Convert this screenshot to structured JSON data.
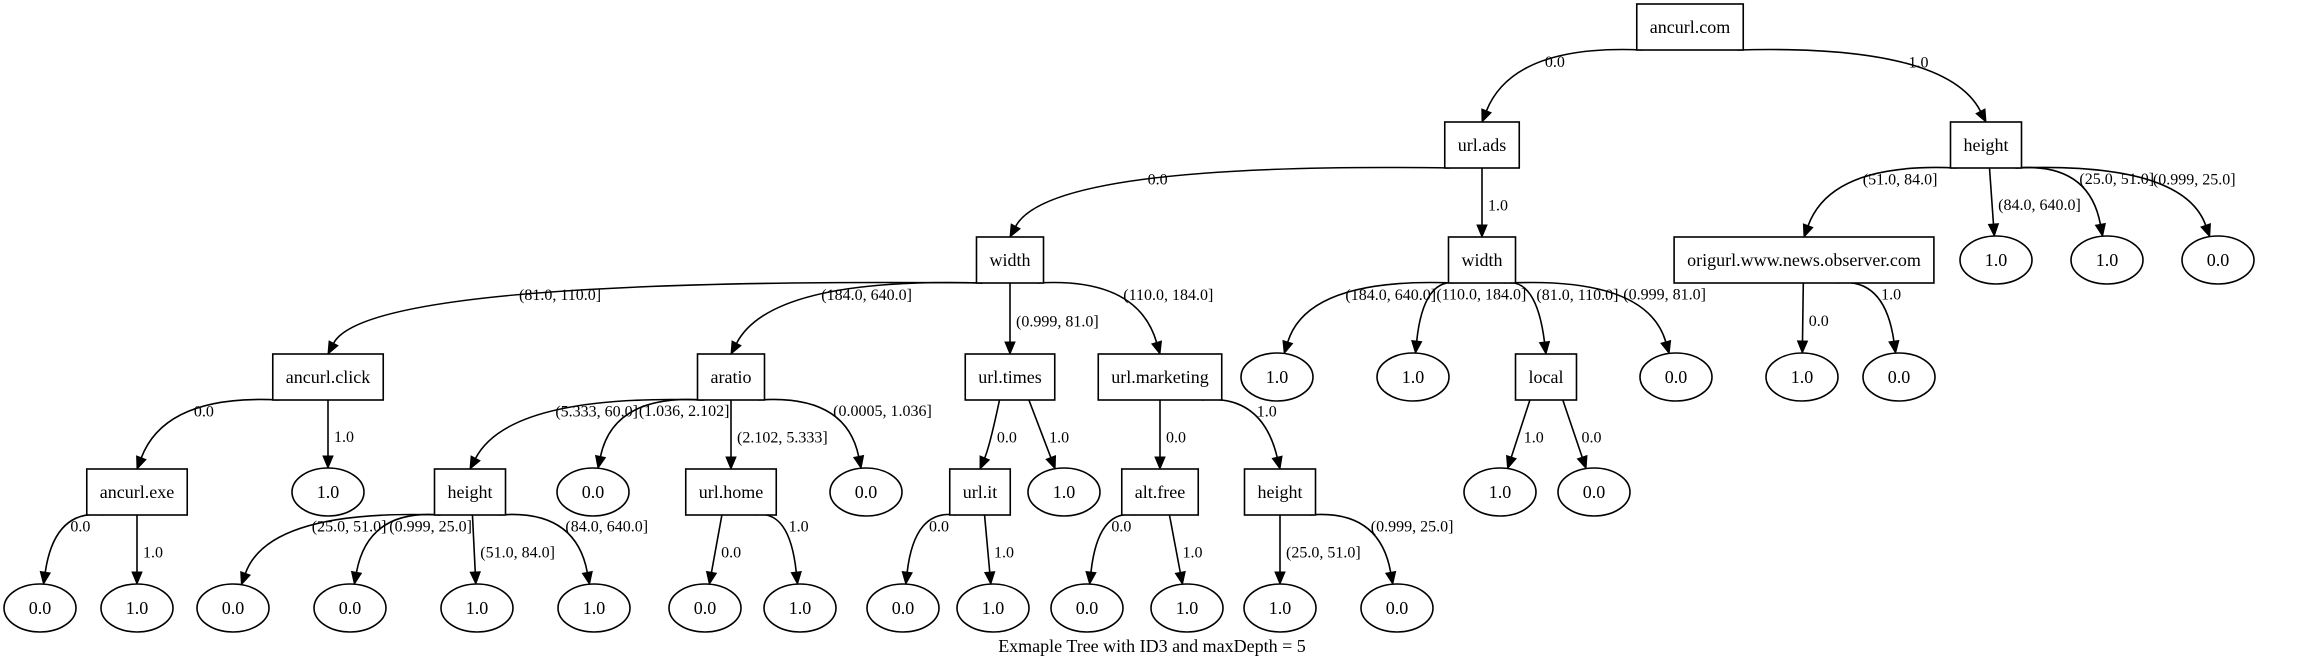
{
  "diagram": {
    "caption": "Exmaple Tree with ID3 and maxDepth = 5",
    "nodes": [
      {
        "id": "n0",
        "shape": "box",
        "label": "ancurl.com"
      },
      {
        "id": "n1",
        "shape": "box",
        "label": "url.ads"
      },
      {
        "id": "n2",
        "shape": "box",
        "label": "height"
      },
      {
        "id": "n3",
        "shape": "box",
        "label": "width"
      },
      {
        "id": "n4",
        "shape": "box",
        "label": "width"
      },
      {
        "id": "n5",
        "shape": "box",
        "label": "origurl.www.news.observer.com"
      },
      {
        "id": "n6",
        "shape": "ellipse",
        "label": "1.0"
      },
      {
        "id": "n7",
        "shape": "ellipse",
        "label": "1.0"
      },
      {
        "id": "n8",
        "shape": "ellipse",
        "label": "0.0"
      },
      {
        "id": "n9",
        "shape": "box",
        "label": "ancurl.click"
      },
      {
        "id": "n10",
        "shape": "box",
        "label": "aratio"
      },
      {
        "id": "n11",
        "shape": "box",
        "label": "url.times"
      },
      {
        "id": "n12",
        "shape": "box",
        "label": "url.marketing"
      },
      {
        "id": "n13",
        "shape": "ellipse",
        "label": "1.0"
      },
      {
        "id": "n14",
        "shape": "ellipse",
        "label": "1.0"
      },
      {
        "id": "n15",
        "shape": "box",
        "label": "local"
      },
      {
        "id": "n16",
        "shape": "ellipse",
        "label": "0.0"
      },
      {
        "id": "n17",
        "shape": "ellipse",
        "label": "1.0"
      },
      {
        "id": "n18",
        "shape": "ellipse",
        "label": "0.0"
      },
      {
        "id": "n19",
        "shape": "box",
        "label": "ancurl.exe"
      },
      {
        "id": "n20",
        "shape": "ellipse",
        "label": "1.0"
      },
      {
        "id": "n21",
        "shape": "box",
        "label": "height"
      },
      {
        "id": "n22",
        "shape": "ellipse",
        "label": "0.0"
      },
      {
        "id": "n23",
        "shape": "box",
        "label": "url.home"
      },
      {
        "id": "n24",
        "shape": "ellipse",
        "label": "0.0"
      },
      {
        "id": "n25",
        "shape": "box",
        "label": "url.it"
      },
      {
        "id": "n26",
        "shape": "ellipse",
        "label": "1.0"
      },
      {
        "id": "n27",
        "shape": "box",
        "label": "alt.free"
      },
      {
        "id": "n28",
        "shape": "box",
        "label": "height"
      },
      {
        "id": "n29",
        "shape": "ellipse",
        "label": "1.0"
      },
      {
        "id": "n30",
        "shape": "ellipse",
        "label": "0.0"
      },
      {
        "id": "n31",
        "shape": "ellipse",
        "label": "0.0"
      },
      {
        "id": "n32",
        "shape": "ellipse",
        "label": "1.0"
      },
      {
        "id": "n33",
        "shape": "ellipse",
        "label": "0.0"
      },
      {
        "id": "n34",
        "shape": "ellipse",
        "label": "0.0"
      },
      {
        "id": "n35",
        "shape": "ellipse",
        "label": "1.0"
      },
      {
        "id": "n36",
        "shape": "ellipse",
        "label": "1.0"
      },
      {
        "id": "n37",
        "shape": "ellipse",
        "label": "0.0"
      },
      {
        "id": "n38",
        "shape": "ellipse",
        "label": "1.0"
      },
      {
        "id": "n39",
        "shape": "ellipse",
        "label": "0.0"
      },
      {
        "id": "n40",
        "shape": "ellipse",
        "label": "1.0"
      },
      {
        "id": "n41",
        "shape": "ellipse",
        "label": "0.0"
      },
      {
        "id": "n42",
        "shape": "ellipse",
        "label": "1.0"
      },
      {
        "id": "n43",
        "shape": "ellipse",
        "label": "1.0"
      },
      {
        "id": "n44",
        "shape": "ellipse",
        "label": "0.0"
      }
    ],
    "edges": [
      {
        "from": "n0",
        "to": "n1",
        "label": "0.0"
      },
      {
        "from": "n0",
        "to": "n2",
        "label": "1.0"
      },
      {
        "from": "n1",
        "to": "n3",
        "label": "0.0"
      },
      {
        "from": "n1",
        "to": "n4",
        "label": "1.0"
      },
      {
        "from": "n2",
        "to": "n5",
        "label": "(51.0, 84.0]"
      },
      {
        "from": "n2",
        "to": "n6",
        "label": "(84.0, 640.0]"
      },
      {
        "from": "n2",
        "to": "n7",
        "label": "(25.0, 51.0]"
      },
      {
        "from": "n2",
        "to": "n8",
        "label": "(0.999, 25.0]"
      },
      {
        "from": "n3",
        "to": "n9",
        "label": "(81.0, 110.0]"
      },
      {
        "from": "n3",
        "to": "n10",
        "label": "(184.0, 640.0]"
      },
      {
        "from": "n3",
        "to": "n11",
        "label": "(0.999, 81.0]"
      },
      {
        "from": "n3",
        "to": "n12",
        "label": "(110.0, 184.0]"
      },
      {
        "from": "n4",
        "to": "n13",
        "label": "(184.0, 640.0]"
      },
      {
        "from": "n4",
        "to": "n14",
        "label": "(110.0, 184.0]"
      },
      {
        "from": "n4",
        "to": "n15",
        "label": "(81.0, 110.0]"
      },
      {
        "from": "n4",
        "to": "n16",
        "label": "(0.999, 81.0]"
      },
      {
        "from": "n5",
        "to": "n17",
        "label": "0.0"
      },
      {
        "from": "n5",
        "to": "n18",
        "label": "1.0"
      },
      {
        "from": "n9",
        "to": "n19",
        "label": "0.0"
      },
      {
        "from": "n9",
        "to": "n20",
        "label": "1.0"
      },
      {
        "from": "n10",
        "to": "n21",
        "label": "(5.333, 60.0]"
      },
      {
        "from": "n10",
        "to": "n22",
        "label": "(1.036, 2.102]"
      },
      {
        "from": "n10",
        "to": "n23",
        "label": "(2.102, 5.333]"
      },
      {
        "from": "n10",
        "to": "n24",
        "label": "(0.0005, 1.036]"
      },
      {
        "from": "n11",
        "to": "n25",
        "label": "0.0"
      },
      {
        "from": "n11",
        "to": "n26",
        "label": "1.0"
      },
      {
        "from": "n12",
        "to": "n27",
        "label": "0.0"
      },
      {
        "from": "n12",
        "to": "n28",
        "label": "1.0"
      },
      {
        "from": "n15",
        "to": "n29",
        "label": "1.0"
      },
      {
        "from": "n15",
        "to": "n30",
        "label": "0.0"
      },
      {
        "from": "n19",
        "to": "n31",
        "label": "0.0"
      },
      {
        "from": "n19",
        "to": "n32",
        "label": "1.0"
      },
      {
        "from": "n21",
        "to": "n33",
        "label": "(25.0, 51.0]"
      },
      {
        "from": "n21",
        "to": "n34",
        "label": "(0.999, 25.0]"
      },
      {
        "from": "n21",
        "to": "n35",
        "label": "(51.0, 84.0]"
      },
      {
        "from": "n21",
        "to": "n36",
        "label": "(84.0, 640.0]"
      },
      {
        "from": "n23",
        "to": "n37",
        "label": "0.0"
      },
      {
        "from": "n23",
        "to": "n38",
        "label": "1.0"
      },
      {
        "from": "n25",
        "to": "n39",
        "label": "0.0"
      },
      {
        "from": "n25",
        "to": "n40",
        "label": "1.0"
      },
      {
        "from": "n27",
        "to": "n41",
        "label": "0.0"
      },
      {
        "from": "n27",
        "to": "n42",
        "label": "1.0"
      },
      {
        "from": "n28",
        "to": "n43",
        "label": "(25.0, 51.0]"
      },
      {
        "from": "n28",
        "to": "n44",
        "label": "(0.999, 25.0]"
      }
    ]
  }
}
